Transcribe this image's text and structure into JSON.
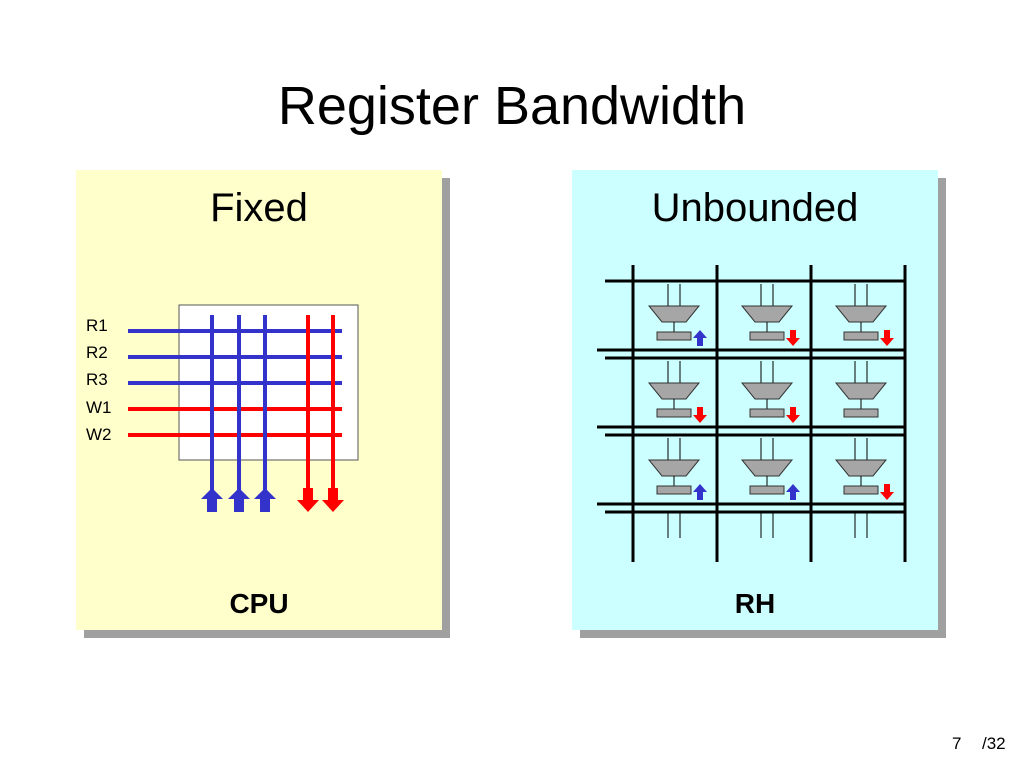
{
  "slide": {
    "title": "Register Bandwidth",
    "page_current": "7",
    "page_total": "/32"
  },
  "fixed_panel": {
    "heading": "Fixed",
    "caption": "CPU",
    "register_labels": [
      "R1",
      "R2",
      "R3",
      "W1",
      "W2"
    ]
  },
  "unbounded_panel": {
    "heading": "Unbounded",
    "caption": "RH"
  },
  "colors": {
    "read_port": "#3333cc",
    "write_port": "#ff0000",
    "fixed_background": "#ffffcc",
    "unbounded_background": "#ccffff",
    "unit_fill": "#a6a6a6"
  }
}
